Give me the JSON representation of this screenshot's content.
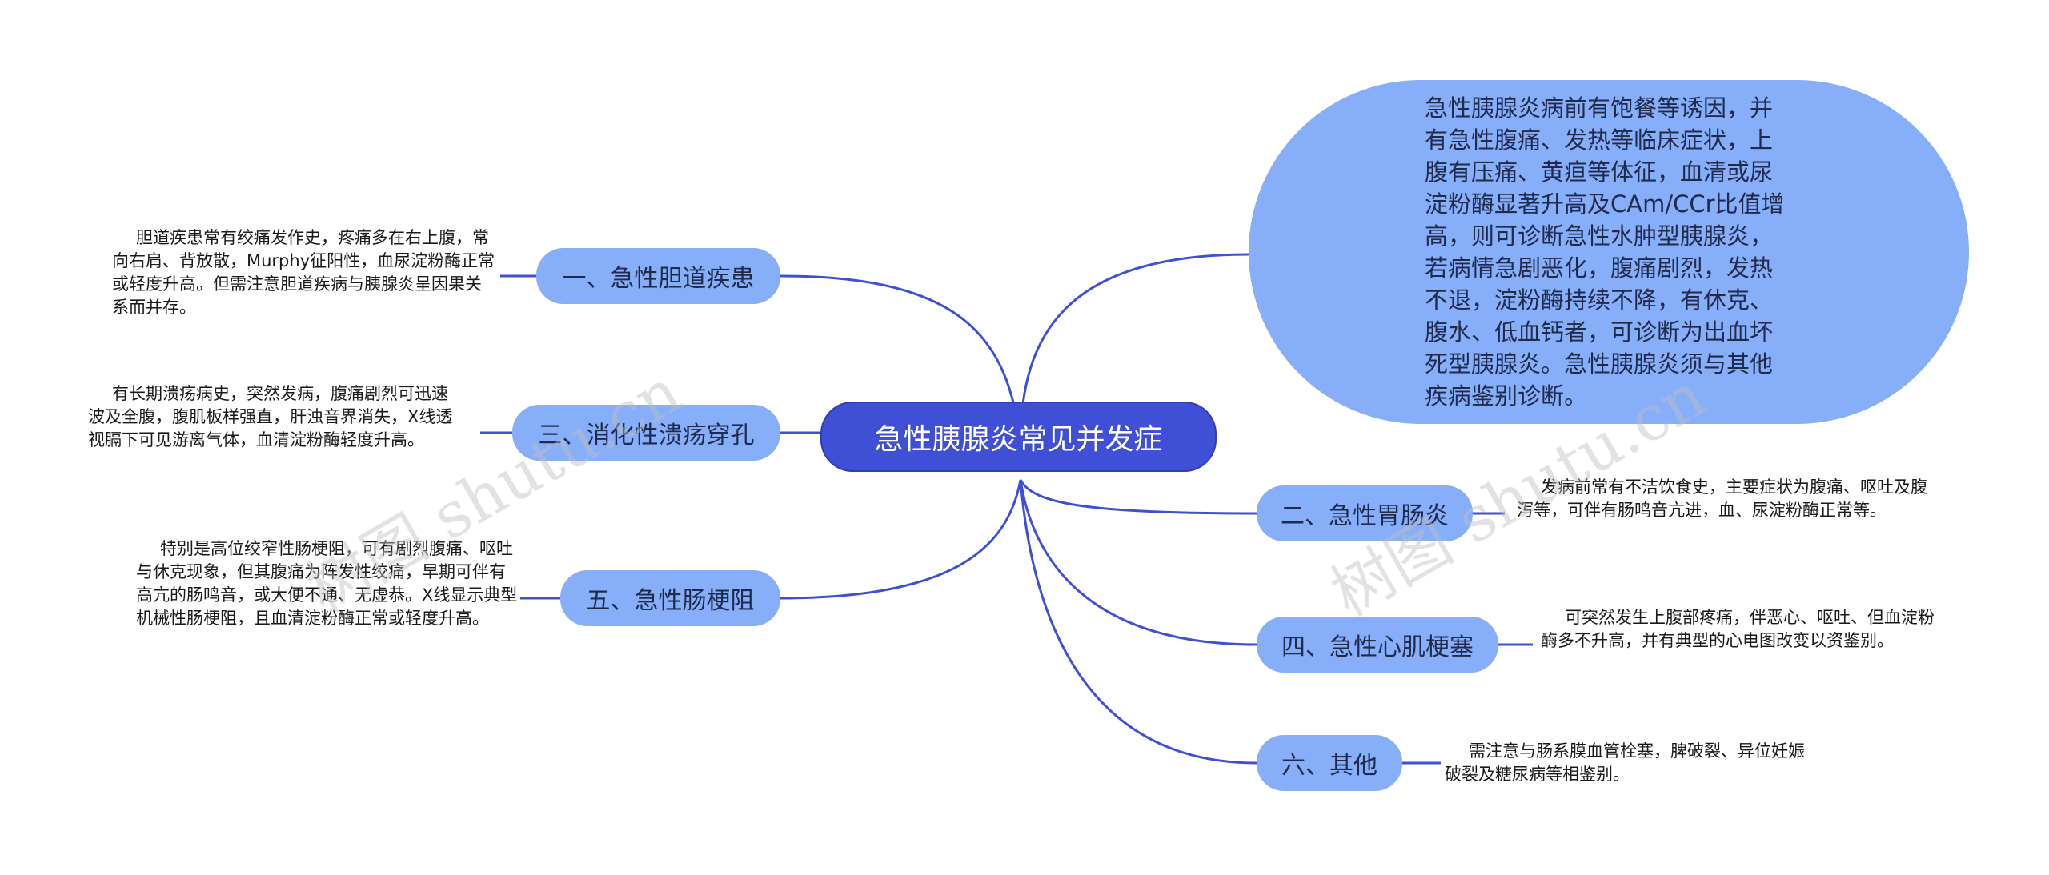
{
  "root": {
    "label": "急性胰腺炎常见并发症"
  },
  "main_text": "急性胰腺炎病前有饱餐等诱因，并有急性腹痛、发热等临床症状，上腹有压痛、黄疸等体征，血清或尿淀粉酶显著升高及CAm/CCr比值增高，则可诊断急性水肿型胰腺炎，若病情急剧恶化，腹痛剧烈，发热不退，淀粉酶持续不降，有休克、腹水、低血钙者，可诊断为出血坏死型胰腺炎。急性胰腺炎须与其他疾病鉴别诊断。",
  "branches": {
    "b1": {
      "label": "一、急性胆道疾患",
      "desc": "胆道疾患常有绞痛发作史，疼痛多在右上腹，常向右肩、背放散，Murphy征阳性，血尿淀粉酶正常或轻度升高。但需注意胆道疾病与胰腺炎呈因果关系而并存。"
    },
    "b2": {
      "label": "二、急性胃肠炎",
      "desc": "发病前常有不洁饮食史，主要症状为腹痛、呕吐及腹泻等，可伴有肠鸣音亢进，血、尿淀粉酶正常等。"
    },
    "b3": {
      "label": "三、消化性溃疡穿孔",
      "desc": "有长期溃疡病史，突然发病，腹痛剧烈可迅速波及全腹，腹肌板样强直，肝浊音界消失，X线透视膈下可见游离气体，血清淀粉酶轻度升高。"
    },
    "b4": {
      "label": "四、急性心肌梗塞",
      "desc": "可突然发生上腹部疼痛，伴恶心、呕吐、但血淀粉酶多不升高，并有典型的心电图改变以资鉴别。"
    },
    "b5": {
      "label": "五、急性肠梗阻",
      "desc": "特别是高位绞窄性肠梗阻，可有剧烈腹痛、呕吐与休克现象，但其腹痛为阵发性绞痛，早期可伴有高亢的肠鸣音，或大便不通、无虚恭。X线显示典型机械性肠梗阻，且血清淀粉酶正常或轻度升高。"
    },
    "b6": {
      "label": "六、其他",
      "desc": "需注意与肠系膜血管栓塞，脾破裂、异位妊娠破裂及糖尿病等相鉴别。"
    }
  },
  "watermark": [
    "树图 shutu.cn",
    "树图 shutu.cn"
  ],
  "colors": {
    "root": "#3f4fd6",
    "branch": "#87aef9",
    "line": "#3f4fd6"
  }
}
